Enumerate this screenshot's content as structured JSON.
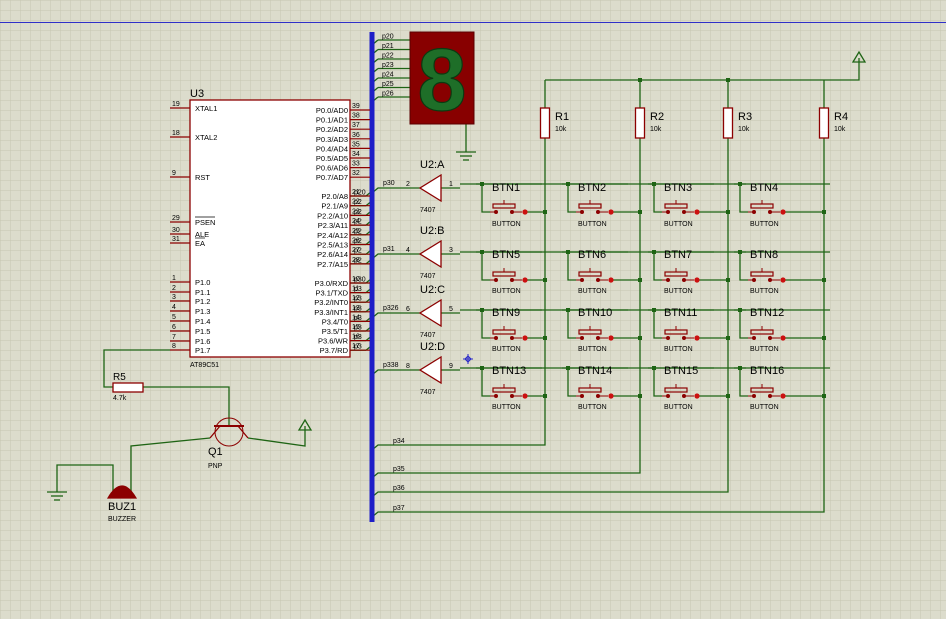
{
  "chip": {
    "ref": "U3",
    "part": "AT89C51",
    "left_pins": [
      {
        "num": "19",
        "name": "XTAL1"
      },
      {
        "num": "18",
        "name": "XTAL2"
      },
      {
        "num": "9",
        "name": "RST"
      },
      {
        "num": "29",
        "name": "PSEN"
      },
      {
        "num": "30",
        "name": "ALE"
      },
      {
        "num": "31",
        "name": "EA"
      },
      {
        "num": "1",
        "name": "P1.0"
      },
      {
        "num": "2",
        "name": "P1.1"
      },
      {
        "num": "3",
        "name": "P1.2"
      },
      {
        "num": "4",
        "name": "P1.3"
      },
      {
        "num": "5",
        "name": "P1.4"
      },
      {
        "num": "6",
        "name": "P1.5"
      },
      {
        "num": "7",
        "name": "P1.6"
      },
      {
        "num": "8",
        "name": "P1.7"
      }
    ],
    "right_pins": [
      {
        "num": "39",
        "name": "P0.0/AD0"
      },
      {
        "num": "38",
        "name": "P0.1/AD1"
      },
      {
        "num": "37",
        "name": "P0.2/AD2"
      },
      {
        "num": "36",
        "name": "P0.3/AD3"
      },
      {
        "num": "35",
        "name": "P0.4/AD4"
      },
      {
        "num": "34",
        "name": "P0.5/AD5"
      },
      {
        "num": "33",
        "name": "P0.6/AD6"
      },
      {
        "num": "32",
        "name": "P0.7/AD7"
      },
      {
        "num": "21",
        "name": "P2.0/A8"
      },
      {
        "num": "22",
        "name": "P2.1/A9"
      },
      {
        "num": "23",
        "name": "P2.2/A10"
      },
      {
        "num": "24",
        "name": "P2.3/A11"
      },
      {
        "num": "25",
        "name": "P2.4/A12"
      },
      {
        "num": "26",
        "name": "P2.5/A13"
      },
      {
        "num": "27",
        "name": "P2.6/A14"
      },
      {
        "num": "28",
        "name": "P2.7/A15"
      },
      {
        "num": "10",
        "name": "P3.0/RXD"
      },
      {
        "num": "11",
        "name": "P3.1/TXD"
      },
      {
        "num": "12",
        "name": "P3.2/INT0"
      },
      {
        "num": "13",
        "name": "P3.3/INT1"
      },
      {
        "num": "14",
        "name": "P3.4/T0"
      },
      {
        "num": "15",
        "name": "P3.5/T1"
      },
      {
        "num": "16",
        "name": "P3.6/WR"
      },
      {
        "num": "17",
        "name": "P3.7/RD"
      }
    ],
    "p2_net_labels": [
      "p20",
      "p2",
      "p2",
      "p2",
      "p2",
      "p2",
      "p2",
      "p2"
    ],
    "p3_net_labels": [
      "p30",
      "p3",
      "p3",
      "p3",
      "p3",
      "p3",
      "p3",
      "p3"
    ]
  },
  "seven_seg": {
    "digit": "8",
    "net_labels": [
      "p20",
      "p21",
      "p22",
      "p23",
      "p24",
      "p25",
      "p26"
    ]
  },
  "buffers": [
    {
      "ref": "U2:A",
      "in_net": "p30",
      "in_pin": "2",
      "out_pin": "1",
      "part": "7407"
    },
    {
      "ref": "U2:B",
      "in_net": "p31",
      "in_pin": "4",
      "out_pin": "3",
      "part": "7407"
    },
    {
      "ref": "U2:C",
      "in_net": "p326",
      "in_pin": "6",
      "out_pin": "5",
      "part": "7407"
    },
    {
      "ref": "U2:D",
      "in_net": "p338",
      "in_pin": "8",
      "out_pin": "9",
      "part": "7407"
    }
  ],
  "resistors": [
    {
      "ref": "R1",
      "value": "10k"
    },
    {
      "ref": "R2",
      "value": "10k"
    },
    {
      "ref": "R3",
      "value": "10k"
    },
    {
      "ref": "R4",
      "value": "10k"
    }
  ],
  "buttons": [
    "BTN1",
    "BTN2",
    "BTN3",
    "BTN4",
    "BTN5",
    "BTN6",
    "BTN7",
    "BTN8",
    "BTN9",
    "BTN10",
    "BTN11",
    "BTN12",
    "BTN13",
    "BTN14",
    "BTN15",
    "BTN16"
  ],
  "button_type": "BUTTON",
  "column_nets": [
    "p34",
    "p35",
    "p36",
    "p37"
  ],
  "r5": {
    "ref": "R5",
    "value": "4.7k"
  },
  "q1": {
    "ref": "Q1",
    "type": "PNP"
  },
  "buzzer": {
    "ref": "BUZ1",
    "type": "BUZZER"
  },
  "colors": {
    "background": "#dcdccc",
    "grid": "#c8c8b4",
    "wire": "#1e6414",
    "component": "#8c0000",
    "bus": "#1e1ec8",
    "text": "#000000",
    "segment_on": "#1e6e28",
    "display_bg": "#880000",
    "border_line": "#2828c8"
  }
}
